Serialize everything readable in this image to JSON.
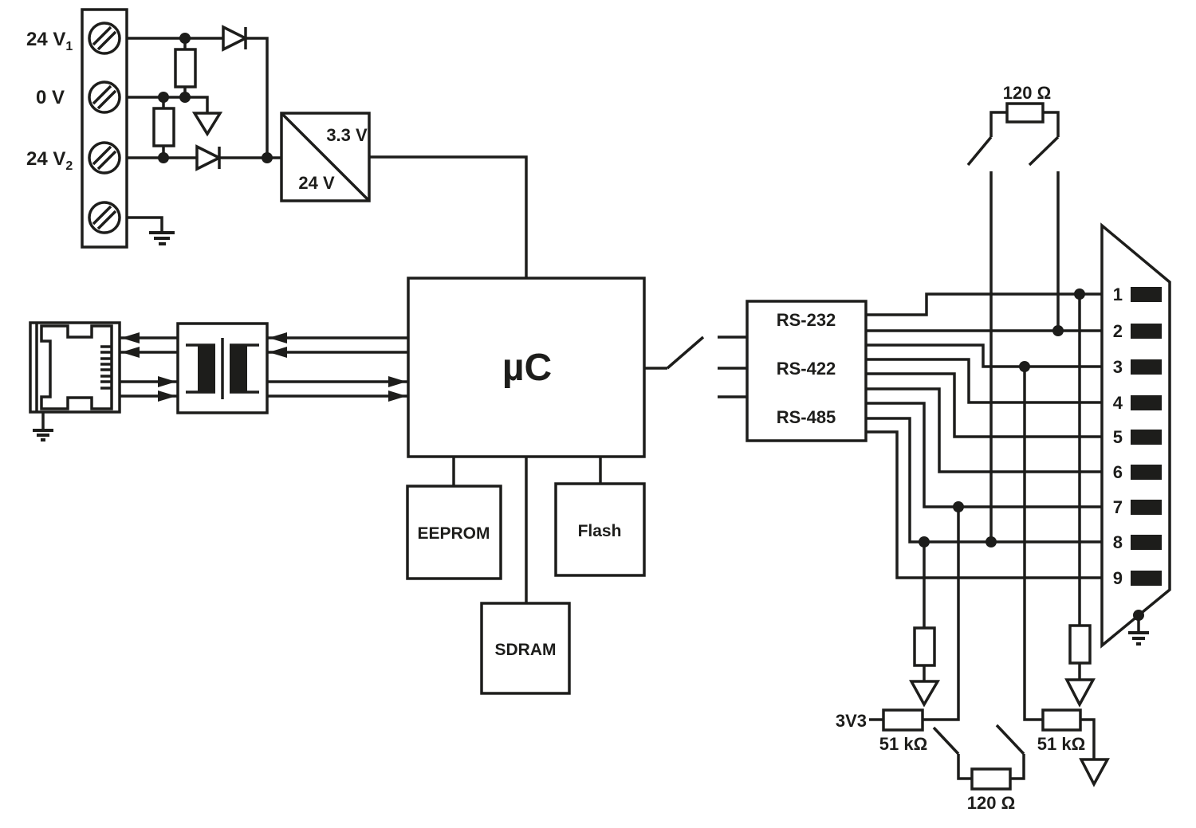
{
  "colors": {
    "line": "#1d1d1b",
    "background": "#ffffff"
  },
  "power": {
    "terminal_24v1": {
      "main": "24 V",
      "sub": "1"
    },
    "terminal_0v": "0 V",
    "terminal_24v2": {
      "main": "24 V",
      "sub": "2"
    },
    "converter_output": "3.3 V",
    "converter_input": "24 V"
  },
  "core": {
    "mcu": "µC",
    "eeprom": "EEPROM",
    "flash": "Flash",
    "sdram": "SDRAM"
  },
  "serial": {
    "rs232": "RS-232",
    "rs422": "RS-422",
    "rs485": "RS-485"
  },
  "termination": {
    "top_resistor": "120 Ω",
    "bottom_resistor": "120 Ω",
    "bias_rail": "3V3",
    "bias_resistor_left": "51 kΩ",
    "bias_resistor_right": "51 kΩ"
  },
  "dsub_pins": [
    "1",
    "2",
    "3",
    "4",
    "5",
    "6",
    "7",
    "8",
    "9"
  ],
  "icons": {
    "screw_terminal": "circle-with-slot",
    "earth_ground": "three-bars",
    "signal_ground": "hollow-triangle-down",
    "diode": "triangle-with-bar",
    "transformer": "two-windings-with-core",
    "switch": "open-blade"
  }
}
